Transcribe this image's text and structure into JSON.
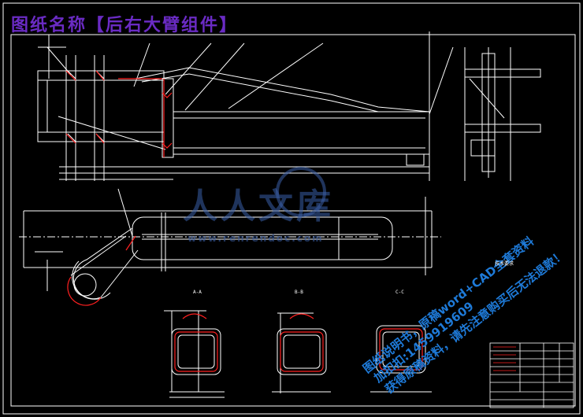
{
  "title": "图纸名称【后右大臂组件】",
  "watermark": {
    "logo_text": "人人文库",
    "url_text": "www.renrendoc.com"
  },
  "promo_lines": [
    "图纸说明书，原稿word+CAD全套资料",
    "加扣扣:1459919609",
    "获得原稿资料，请先注意购买后无法退款！"
  ],
  "colors": {
    "background": "#000000",
    "lines": "#ffffff",
    "title": "#6a2bc4",
    "watermark": "#3a5fa8",
    "promo": "#1e7ad8",
    "highlight": "#ff2020"
  },
  "section_labels": [
    "A-A",
    "B-B",
    "C-C"
  ],
  "notes_header": "技术要求"
}
